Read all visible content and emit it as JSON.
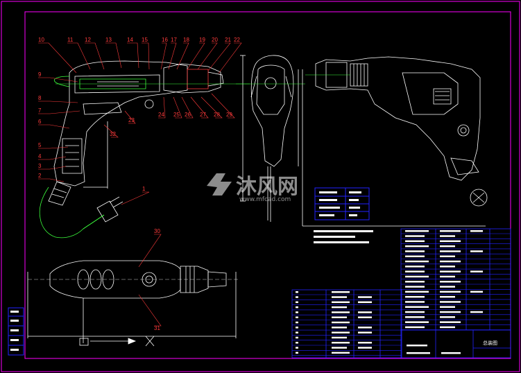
{
  "drawing": {
    "part_labels": [
      "10",
      "11",
      "12",
      "13",
      "14",
      "15",
      "16",
      "17",
      "18",
      "19",
      "20",
      "21",
      "22",
      "9",
      "8",
      "7",
      "6",
      "5",
      "4",
      "3",
      "2",
      "1",
      "23",
      "24",
      "25",
      "26",
      "27",
      "28",
      "29",
      "32",
      "30",
      "31"
    ],
    "title_block_name": "总装图"
  },
  "watermark": {
    "brand": "沐风网",
    "url": "www.mfcad.com"
  },
  "colors": {
    "border": "#ff00ff",
    "outline": "#ffffff",
    "leader": "#ff3b3b",
    "table": "#2222ff",
    "green": "#3cff3c"
  }
}
